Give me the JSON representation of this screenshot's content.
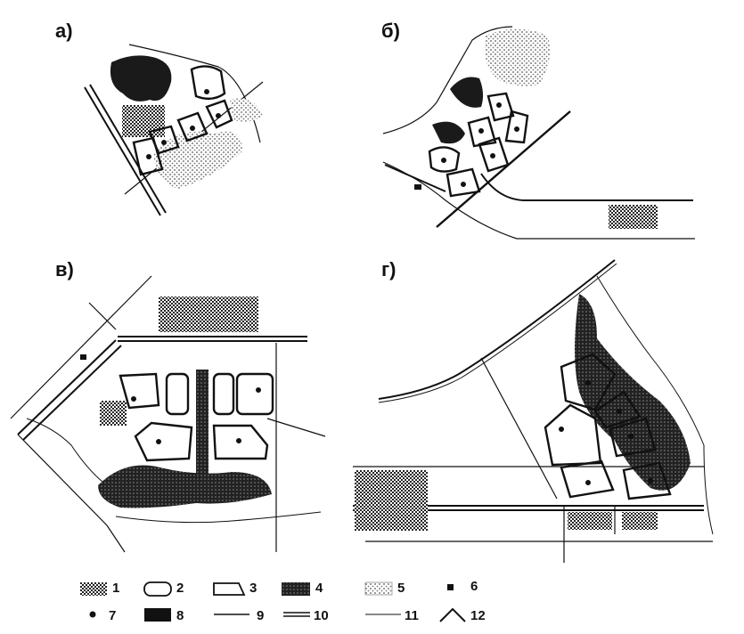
{
  "panels": [
    {
      "id": "a",
      "label": "а)"
    },
    {
      "id": "b",
      "label": "б)"
    },
    {
      "id": "v",
      "label": "в)"
    },
    {
      "id": "g",
      "label": "г)"
    }
  ],
  "legend": [
    {
      "num": "1",
      "symbol": "coarse-hatch-fill"
    },
    {
      "num": "2",
      "symbol": "rounded-block-outline"
    },
    {
      "num": "3",
      "symbol": "trapezoid-block-outline"
    },
    {
      "num": "4",
      "symbol": "dark-vegetation-fill"
    },
    {
      "num": "5",
      "symbol": "light-stipple-fill"
    },
    {
      "num": "6",
      "symbol": "small-square"
    },
    {
      "num": "7",
      "symbol": "dot"
    },
    {
      "num": "8",
      "symbol": "solid-black-rect"
    },
    {
      "num": "9",
      "symbol": "thin-line"
    },
    {
      "num": "10",
      "symbol": "double-line"
    },
    {
      "num": "11",
      "symbol": "hairline"
    },
    {
      "num": "12",
      "symbol": "chevron"
    }
  ]
}
